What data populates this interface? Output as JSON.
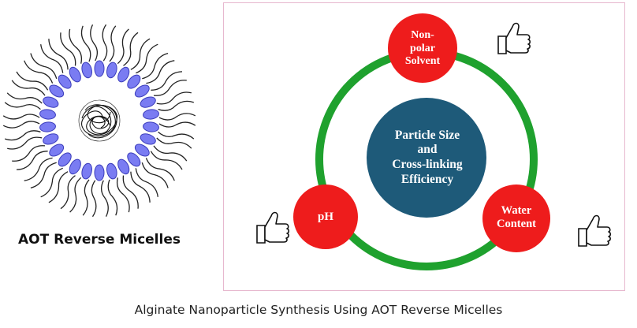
{
  "micelle": {
    "label": "AOT Reverse Micelles"
  },
  "diagram": {
    "center": "Particle Size\nand\nCross-linking\nEfficiency",
    "factors": {
      "solvent": "Non-\npolar\nSolvent",
      "ph": "pH",
      "water": "Water\nContent"
    },
    "colors": {
      "ring": "#1fa12e",
      "factor_fill": "#ee1c1c",
      "center_fill": "#1e5a79",
      "panel_border": "#e7b8cf",
      "head_fill": "#7a7cf2"
    },
    "icons": [
      "thumbs-up-icon",
      "thumbs-up-icon",
      "thumbs-up-icon"
    ]
  },
  "caption": "Alginate Nanoparticle Synthesis Using AOT Reverse Micelles"
}
